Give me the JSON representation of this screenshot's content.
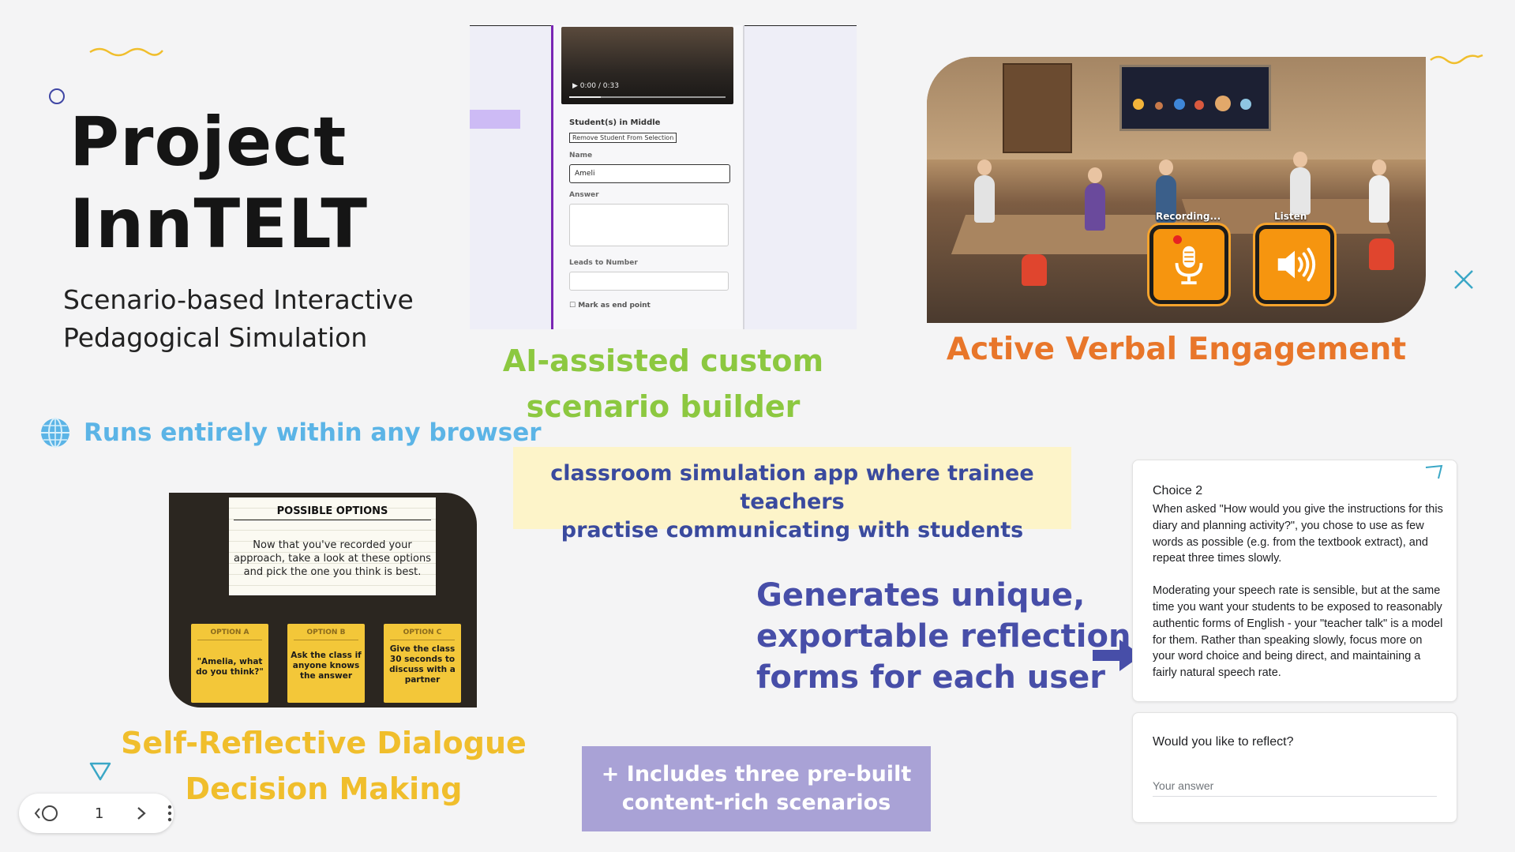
{
  "title_line1": "Project",
  "title_line2": "InnTELT",
  "subtitle_line1": "Scenario-based Interactive",
  "subtitle_line2": "Pedagogical Simulation",
  "browser_text": "Runs entirely within any browser",
  "builder": {
    "video_time": "0:00 / 0:33",
    "section_label": "Student(s) in Middle",
    "remove_button": "Remove Student From Selection",
    "name_label": "Name",
    "name_value": "Ameli",
    "answer_label": "Answer",
    "leads_label": "Leads to Number",
    "mark_end": "Mark as end point"
  },
  "builder_caption_line1": "AI-assisted custom",
  "builder_caption_line2": "scenario builder",
  "classroom": {
    "recording_label": "Recording...",
    "listen_label": "Listen"
  },
  "verbal_caption": "Active Verbal Engagement",
  "description_line1": "classroom simulation app where trainee teachers",
  "description_line2": "practise communicating with students",
  "options": {
    "title": "POSSIBLE OPTIONS",
    "prompt": "Now that you've recorded your approach, take a look at these options and pick the one you think is best.",
    "items": [
      {
        "label": "OPTION A",
        "text": "\"Amelia, what do you think?\""
      },
      {
        "label": "OPTION B",
        "text": "Ask the class if anyone knows the answer"
      },
      {
        "label": "OPTION C",
        "text": "Give the class 30 seconds to discuss with a partner"
      }
    ]
  },
  "reflective_caption_line1": "Self-Reflective Dialogue",
  "reflective_caption_line2": "Decision Making",
  "generates_line1": "Generates unique,",
  "generates_line2": "exportable reflection",
  "generates_line3": "forms for each user",
  "prebuilt_line1": "+ Includes three pre-built",
  "prebuilt_line2": "content-rich scenarios",
  "form": {
    "choice_title": "Choice 2",
    "choice_para1": "When asked \"How would you give the instructions for this diary and planning activity?\", you chose to use as few words as possible (e.g. from the textbook extract), and repeat three times slowly.",
    "choice_para2": "Moderating your speech rate is sensible, but at the same time you want your students to be exposed to reasonably authentic forms of English - your \"teacher talk\" is a model for them. Rather than speaking slowly, focus more on your word choice and being direct, and maintaining a fairly natural speech rate.",
    "question": "Would you like to reflect?",
    "answer_placeholder": "Your answer"
  },
  "nav": {
    "page_number": "1"
  },
  "colors": {
    "green": "#8cc840",
    "orange": "#e8762a",
    "yellow": "#f0be2c",
    "indigo": "#474ea8",
    "sky": "#5bb4e6",
    "lavender": "#a9a2d6"
  }
}
